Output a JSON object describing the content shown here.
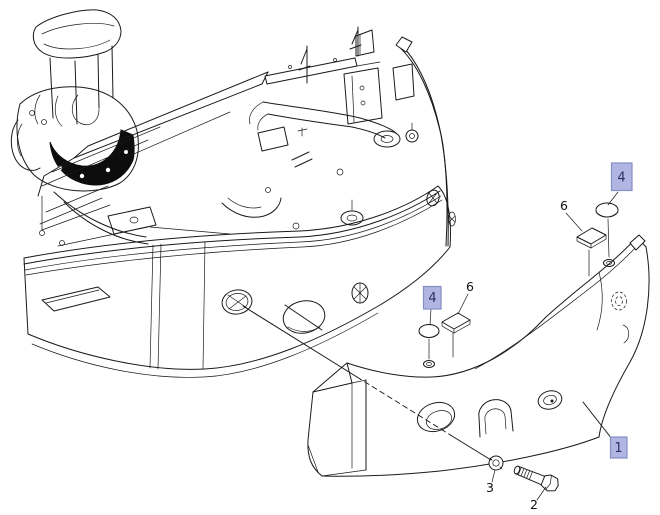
{
  "page": {
    "background": "#ffffff",
    "kind": "parts-diagram-exploded-view",
    "subject": "rear frame and counterweight of a compact excavator"
  },
  "thumbnail": {
    "description": "machine locator view with counterweight area shaded black"
  },
  "colors": {
    "line": "#1a1a1a",
    "highlight_fill": "#b0b6e1",
    "highlight_border": "#858dc5",
    "highlight_text": "#2b3166",
    "label_text": "#111111"
  },
  "callouts": [
    {
      "label": "4",
      "highlighted": true,
      "points_to": "round-plug",
      "position": "top-right"
    },
    {
      "label": "6",
      "highlighted": false,
      "points_to": "shim-plate",
      "position": "top-right"
    },
    {
      "label": "4",
      "highlighted": true,
      "points_to": "round-plug",
      "position": "center"
    },
    {
      "label": "6",
      "highlighted": false,
      "points_to": "shim-plate",
      "position": "center"
    },
    {
      "label": "1",
      "highlighted": true,
      "points_to": "counterweight",
      "position": "right"
    },
    {
      "label": "3",
      "highlighted": false,
      "points_to": "washer",
      "position": "bottom"
    },
    {
      "label": "2",
      "highlighted": false,
      "points_to": "bolt",
      "position": "bottom"
    }
  ]
}
